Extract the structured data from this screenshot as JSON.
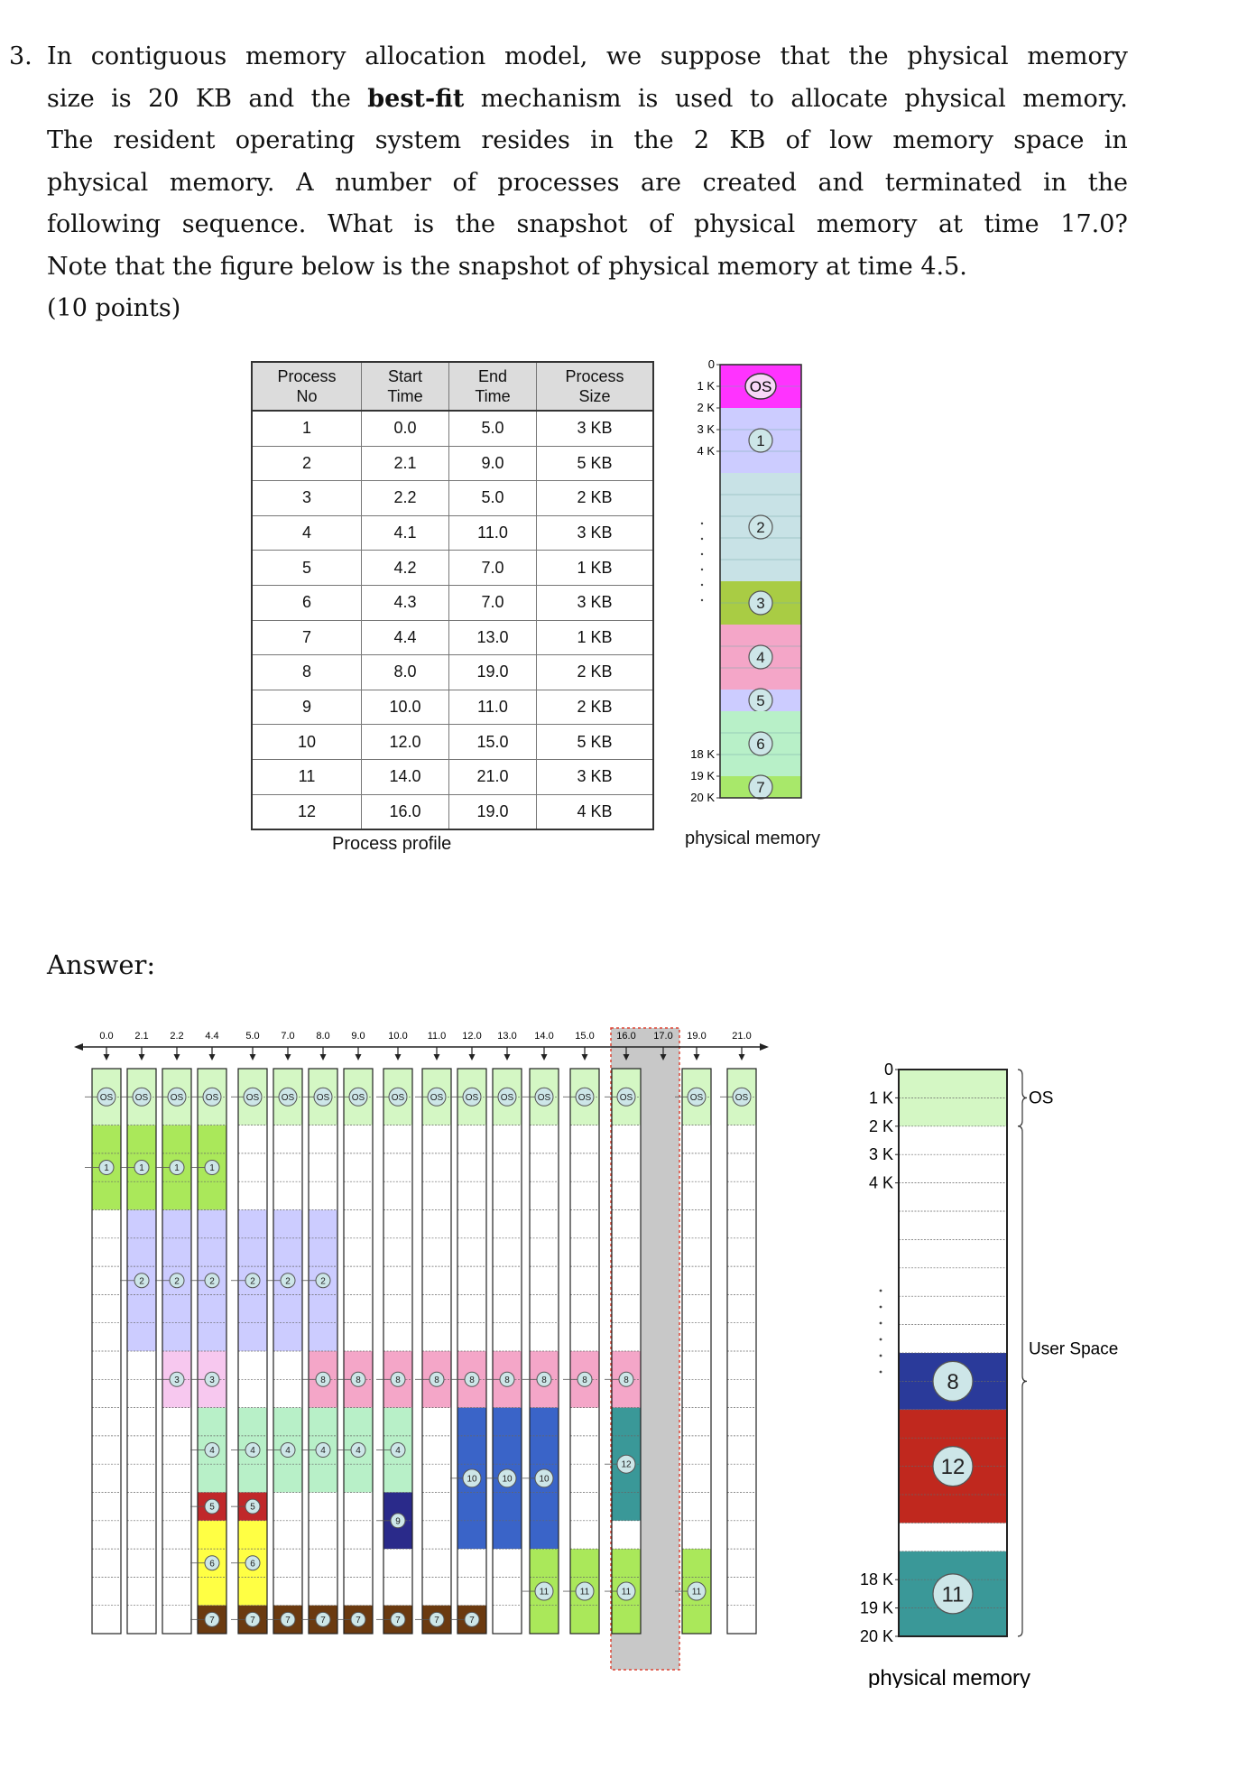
{
  "question": {
    "number": "3.",
    "lines": [
      [
        "In",
        "contiguous",
        "memory",
        "allocation",
        "model,",
        "we",
        "suppose",
        "that",
        "the",
        "physical",
        "memory"
      ],
      [
        "size",
        "is",
        "20",
        "KB",
        "and",
        "the",
        "best-fit",
        "mechanism",
        "is",
        "used",
        "to",
        "allocate",
        "physical",
        "memory."
      ],
      [
        "The",
        "resident",
        "operating",
        "system",
        "resides",
        "in",
        "the",
        "2",
        "KB",
        "of",
        "low",
        "memory",
        "space",
        "in"
      ],
      [
        "physical",
        "memory.",
        "A",
        "number",
        "of",
        "processes",
        "are",
        "created",
        "and",
        "terminated",
        "in",
        "the"
      ],
      [
        "following",
        "sequence.",
        "What",
        "is",
        "the",
        "snapshot",
        "of",
        "physical",
        "memory",
        "at",
        "time",
        "17.0?"
      ],
      [
        "Note that the figure below is the snapshot of physical memory at time 4.5."
      ],
      [
        "(10 points)"
      ]
    ],
    "bold_word": "best-fit"
  },
  "process_table": {
    "caption": "Process profile",
    "headers": [
      "Process\nNo",
      "Start\nTime",
      "End\nTime",
      "Process\nSize"
    ],
    "rows": [
      [
        "1",
        "0.0",
        "5.0",
        "3 KB"
      ],
      [
        "2",
        "2.1",
        "9.0",
        "5 KB"
      ],
      [
        "3",
        "2.2",
        "5.0",
        "2 KB"
      ],
      [
        "4",
        "4.1",
        "11.0",
        "3 KB"
      ],
      [
        "5",
        "4.2",
        "7.0",
        "1 KB"
      ],
      [
        "6",
        "4.3",
        "7.0",
        "3 KB"
      ],
      [
        "7",
        "4.4",
        "13.0",
        "1 KB"
      ],
      [
        "8",
        "8.0",
        "19.0",
        "2 KB"
      ],
      [
        "9",
        "10.0",
        "11.0",
        "2 KB"
      ],
      [
        "10",
        "12.0",
        "15.0",
        "5 KB"
      ],
      [
        "11",
        "14.0",
        "21.0",
        "3 KB"
      ],
      [
        "12",
        "16.0",
        "19.0",
        "4 KB"
      ]
    ]
  },
  "snapshot_4_5": {
    "caption": "physical memory",
    "ticks": [
      "0",
      "1 K",
      "2 K",
      "3 K",
      "4 K",
      "18 K",
      "19 K",
      "20 K"
    ],
    "os_label": "OS",
    "blocks": [
      {
        "label": "OS",
        "start": 0,
        "size": 2,
        "color": "#ff33ff"
      },
      {
        "label": "1",
        "start": 2,
        "size": 3,
        "color": "#ccccff"
      },
      {
        "label": "2",
        "start": 5,
        "size": 5,
        "color": "#c8e2e6"
      },
      {
        "label": "3",
        "start": 10,
        "size": 2,
        "color": "#a9cc44"
      },
      {
        "label": "4",
        "start": 12,
        "size": 3,
        "color": "#f4a6c8"
      },
      {
        "label": "5",
        "start": 15,
        "size": 1,
        "color": "#ccccff"
      },
      {
        "label": "6",
        "start": 16,
        "size": 3,
        "color": "#b8f0c8"
      },
      {
        "label": "7",
        "start": 19,
        "size": 1,
        "color": "#a8e86a"
      }
    ]
  },
  "answer": {
    "label": "Answer:",
    "times": [
      "0.0",
      "2.1",
      "2.2",
      "4.4",
      "5.0",
      "7.0",
      "8.0",
      "9.0",
      "10.0",
      "11.0",
      "12.0",
      "13.0",
      "14.0",
      "15.0",
      "16.0",
      "17.0",
      "19.0",
      "21.0"
    ],
    "highlight_times": [
      "16.0",
      "17.0"
    ],
    "colors": {
      "OS": "#d4f7c4",
      "1": "#aae85a",
      "2": "#ccccff",
      "3": "#f7c8ef",
      "4": "#b8f0c8",
      "5": "#c0282a",
      "6": "#ffff44",
      "7": "#6b3a10",
      "8": "#f4a6c8",
      "9": "#2a2a8a",
      "10": "#3a64c8",
      "11": "#aae85a",
      "12": "#3a9898"
    },
    "columns": [
      [
        [
          "OS",
          0,
          2
        ],
        [
          "1",
          2,
          3
        ]
      ],
      [
        [
          "OS",
          0,
          2
        ],
        [
          "1",
          2,
          3
        ],
        [
          "2",
          5,
          5
        ]
      ],
      [
        [
          "OS",
          0,
          2
        ],
        [
          "1",
          2,
          3
        ],
        [
          "2",
          5,
          5
        ],
        [
          "3",
          10,
          2
        ]
      ],
      [
        [
          "OS",
          0,
          2
        ],
        [
          "1",
          2,
          3
        ],
        [
          "2",
          5,
          5
        ],
        [
          "3",
          10,
          2
        ],
        [
          "4",
          12,
          3
        ],
        [
          "5",
          15,
          1
        ],
        [
          "6",
          16,
          3
        ],
        [
          "7",
          19,
          1
        ]
      ],
      [
        [
          "OS",
          0,
          2
        ],
        [
          "2",
          5,
          5
        ],
        [
          "4",
          12,
          3
        ],
        [
          "5",
          15,
          1
        ],
        [
          "6",
          16,
          3
        ],
        [
          "7",
          19,
          1
        ]
      ],
      [
        [
          "OS",
          0,
          2
        ],
        [
          "2",
          5,
          5
        ],
        [
          "4",
          12,
          3
        ],
        [
          "7",
          19,
          1
        ]
      ],
      [
        [
          "OS",
          0,
          2
        ],
        [
          "2",
          5,
          5
        ],
        [
          "8",
          10,
          2
        ],
        [
          "4",
          12,
          3
        ],
        [
          "7",
          19,
          1
        ]
      ],
      [
        [
          "OS",
          0,
          2
        ],
        [
          "8",
          10,
          2
        ],
        [
          "4",
          12,
          3
        ],
        [
          "7",
          19,
          1
        ]
      ],
      [
        [
          "OS",
          0,
          2
        ],
        [
          "8",
          10,
          2
        ],
        [
          "4",
          12,
          3
        ],
        [
          "9",
          15,
          2
        ],
        [
          "7",
          19,
          1
        ]
      ],
      [
        [
          "OS",
          0,
          2
        ],
        [
          "8",
          10,
          2
        ],
        [
          "7",
          19,
          1
        ]
      ],
      [
        [
          "OS",
          0,
          2
        ],
        [
          "8",
          10,
          2
        ],
        [
          "10",
          12,
          5
        ],
        [
          "7",
          19,
          1
        ]
      ],
      [
        [
          "OS",
          0,
          2
        ],
        [
          "8",
          10,
          2
        ],
        [
          "10",
          12,
          5
        ]
      ],
      [
        [
          "OS",
          0,
          2
        ],
        [
          "8",
          10,
          2
        ],
        [
          "10",
          12,
          5
        ],
        [
          "11",
          17,
          3
        ]
      ],
      [
        [
          "OS",
          0,
          2
        ],
        [
          "8",
          10,
          2
        ],
        [
          "11",
          17,
          3
        ]
      ],
      [
        [
          "OS",
          0,
          2
        ],
        [
          "8",
          10,
          2
        ],
        [
          "12",
          12,
          4
        ],
        [
          "11",
          17,
          3
        ]
      ],
      [
        [
          "OS",
          0,
          2
        ],
        [
          "11",
          17,
          3
        ]
      ],
      [
        [
          "OS",
          0,
          2
        ]
      ]
    ],
    "final_snapshot": {
      "caption": "physical memory",
      "ticks": [
        "0",
        "1 K",
        "2 K",
        "3 K",
        "4 K",
        "18 K",
        "19 K",
        "20 K"
      ],
      "os_brace_label": "OS",
      "user_brace_label": "User Space",
      "blocks": [
        {
          "label": "OS",
          "start": 0,
          "size": 2,
          "color": "#d4f7c4"
        },
        {
          "label": "8",
          "start": 10,
          "size": 2,
          "color": "#2a3a9a"
        },
        {
          "label": "12",
          "start": 12,
          "size": 4,
          "color": "#c0281e"
        },
        {
          "label": "11",
          "start": 17,
          "size": 3,
          "color": "#3a9898"
        }
      ]
    }
  }
}
